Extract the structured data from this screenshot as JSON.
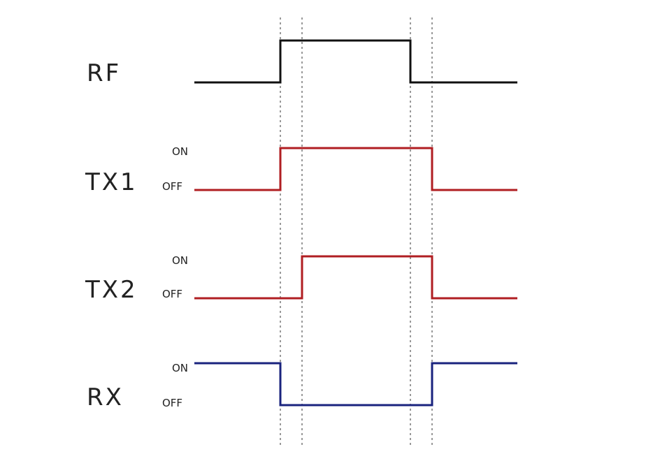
{
  "signals": [
    {
      "label": "RF",
      "color": "#111111",
      "on_label": "",
      "off_label": "",
      "transitions": [
        {
          "at": "t1",
          "to": "high"
        },
        {
          "at": "t3",
          "to": "low"
        }
      ]
    },
    {
      "label": "TX1",
      "color": "#b01e22",
      "on_label": "ON",
      "off_label": "OFF",
      "transitions": [
        {
          "at": "t1",
          "to": "high"
        },
        {
          "at": "t4",
          "to": "low"
        }
      ]
    },
    {
      "label": "TX2",
      "color": "#b01e22",
      "on_label": "ON",
      "off_label": "OFF",
      "transitions": [
        {
          "at": "t2",
          "to": "high"
        },
        {
          "at": "t4",
          "to": "low"
        }
      ]
    },
    {
      "label": "RX",
      "color": "#1a237e",
      "on_label": "ON",
      "off_label": "OFF",
      "initial": "high",
      "transitions": [
        {
          "at": "t1",
          "to": "low"
        },
        {
          "at": "t4",
          "to": "high"
        }
      ]
    }
  ]
}
